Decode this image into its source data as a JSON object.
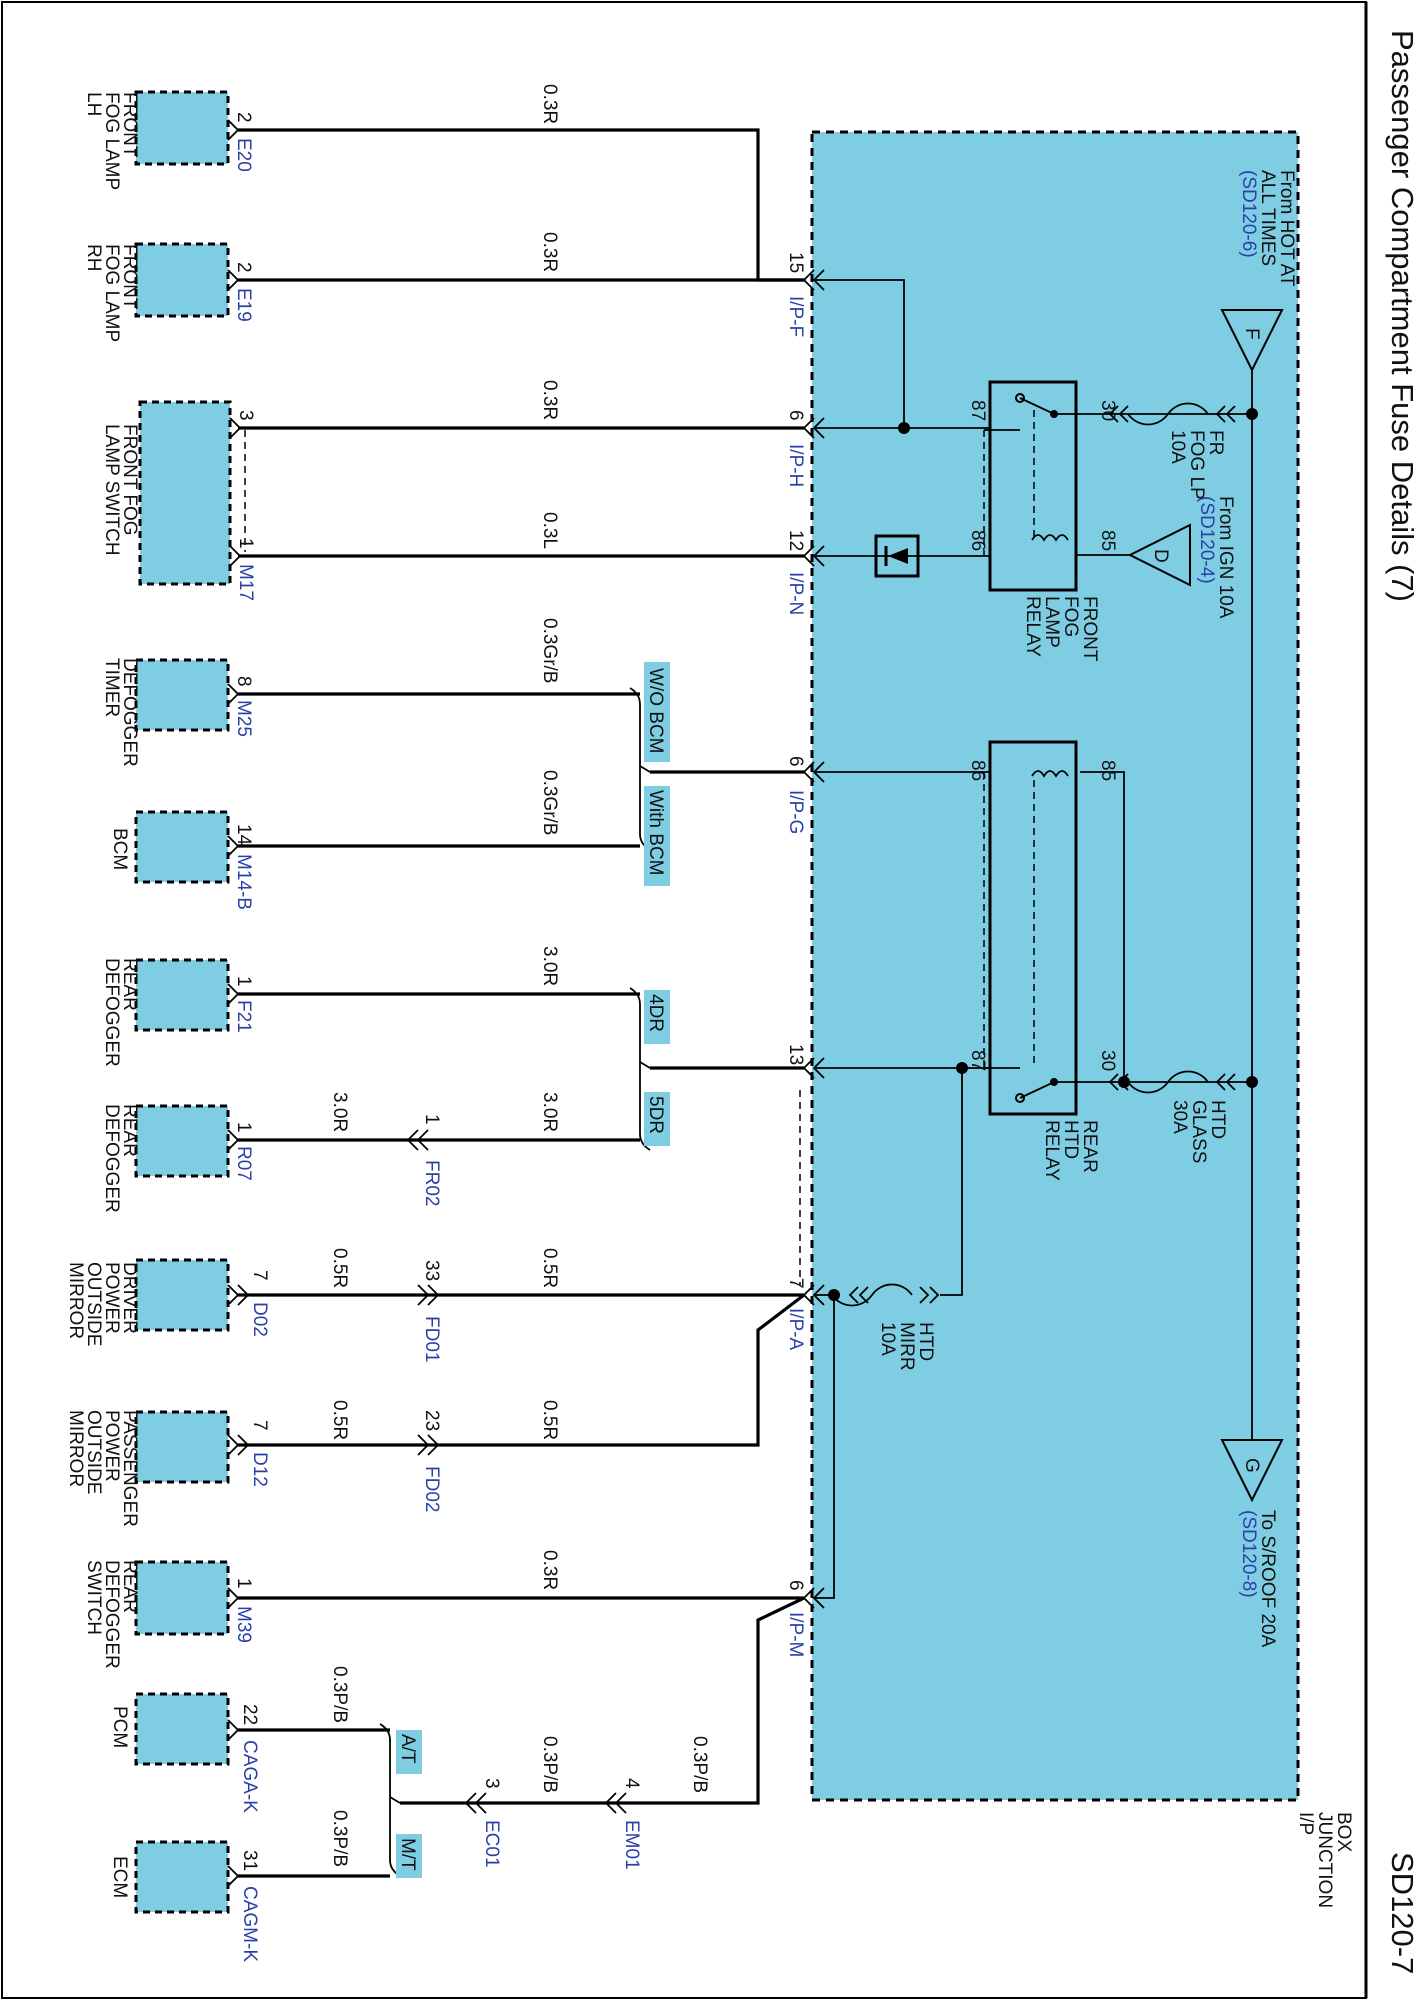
{
  "page": {
    "title": "Passenger Compartment Fuse Details (7)",
    "code": "SD120-7"
  },
  "junction_box": [
    "I/P",
    "JUNCTION",
    "BOX"
  ],
  "references": {
    "f": {
      "letter": "F",
      "lines": [
        "From HOT AT",
        "ALL TIMES"
      ],
      "ref": "(SD120-6)"
    },
    "d": {
      "letter": "D",
      "lines": [
        "From IGN 10A"
      ],
      "ref": "(SD120-4)"
    },
    "g": {
      "letter": "G",
      "lines": [
        "To S/ROOF 20A"
      ],
      "ref": "(SD120-8)"
    }
  },
  "fuses": {
    "fog": [
      "FR",
      "FOG LP",
      "10A"
    ],
    "glass": [
      "HTD",
      "GLASS",
      "30A"
    ],
    "mirr": [
      "HTD",
      "MIRR",
      "10A"
    ]
  },
  "relays": {
    "fog": {
      "name": [
        "FRONT",
        "FOG",
        "LAMP",
        "RELAY"
      ],
      "pins": [
        "30",
        "87",
        "85",
        "86"
      ]
    },
    "rear": {
      "name": [
        "REAR",
        "HTD",
        "RELAY"
      ],
      "pins": [
        "86",
        "85",
        "87",
        "30"
      ]
    }
  },
  "options": {
    "wo_bcm": "W/O BCM",
    "with_bcm": "With BCM",
    "dr4": "4DR",
    "dr5": "5DR",
    "at": "A/T",
    "mt": "M/T"
  },
  "jb_connectors": {
    "ipf": {
      "pin": "15",
      "name": "I/P-F"
    },
    "iph": {
      "pin": "6",
      "name": "I/P-H"
    },
    "ipn": {
      "pin": "12",
      "name": "I/P-N"
    },
    "ipg": {
      "pin": "6",
      "name": "I/P-G"
    },
    "x13": {
      "pin": "13"
    },
    "ipa": {
      "pin": "7",
      "name": "I/P-A"
    },
    "ipm": {
      "pin": "6",
      "name": "I/P-M"
    }
  },
  "inline": {
    "fr02": {
      "pin": "1",
      "name": "FR02"
    },
    "fd01": {
      "pin": "33",
      "name": "FD01"
    },
    "fd02": {
      "pin": "23",
      "name": "FD02"
    },
    "em01": {
      "pin": "4",
      "name": "EM01"
    },
    "ec01": {
      "pin": "3",
      "name": "EC01"
    }
  },
  "wires": {
    "w03r": "0.3R",
    "w03l": "0.3L",
    "w03grb": "0.3Gr/B",
    "w30r": "3.0R",
    "w05r": "0.5R",
    "w03pb": "0.3P/B"
  },
  "components": {
    "fog_lh": {
      "lines": [
        "FRONT",
        "FOG LAMP",
        "LH"
      ],
      "pin": "2",
      "conn": "E20"
    },
    "fog_rh": {
      "lines": [
        "FRONT",
        "FOG LAMP",
        "RH"
      ],
      "pin": "2",
      "conn": "E19"
    },
    "fog_sw": {
      "lines": [
        "FRONT FOG",
        "LAMP SWITCH"
      ],
      "pin_a": "3",
      "pin_b": "1",
      "conn": "M17"
    },
    "defog_timer": {
      "lines": [
        "DEFOGGER",
        "TIMER"
      ],
      "pin": "8",
      "conn": "M25"
    },
    "bcm": {
      "lines": [
        "BCM"
      ],
      "pin": "14",
      "conn": "M14-B"
    },
    "rear_defog_1": {
      "lines": [
        "REAR",
        "DEFOGGER"
      ],
      "pin": "1",
      "conn": "F21"
    },
    "rear_defog_2": {
      "lines": [
        "REAR",
        "DEFOGGER"
      ],
      "pin": "1",
      "conn": "R07"
    },
    "drv_mirror": {
      "lines": [
        "DRIVER",
        "POWER",
        "OUTSIDE",
        "MIRROR"
      ],
      "pin": "7",
      "conn": "D02"
    },
    "pass_mirror": {
      "lines": [
        "PASSENGER",
        "POWER",
        "OUTSIDE",
        "MIRROR"
      ],
      "pin": "7",
      "conn": "D12"
    },
    "defog_sw": {
      "lines": [
        "REAR",
        "DEFOGGER",
        "SWITCH"
      ],
      "pin": "1",
      "conn": "M39"
    },
    "pcm": {
      "lines": [
        "PCM"
      ],
      "pin": "22",
      "conn": "CAGA-K"
    },
    "ecm": {
      "lines": [
        "ECM"
      ],
      "pin": "31",
      "conn": "CAGM-K"
    }
  }
}
